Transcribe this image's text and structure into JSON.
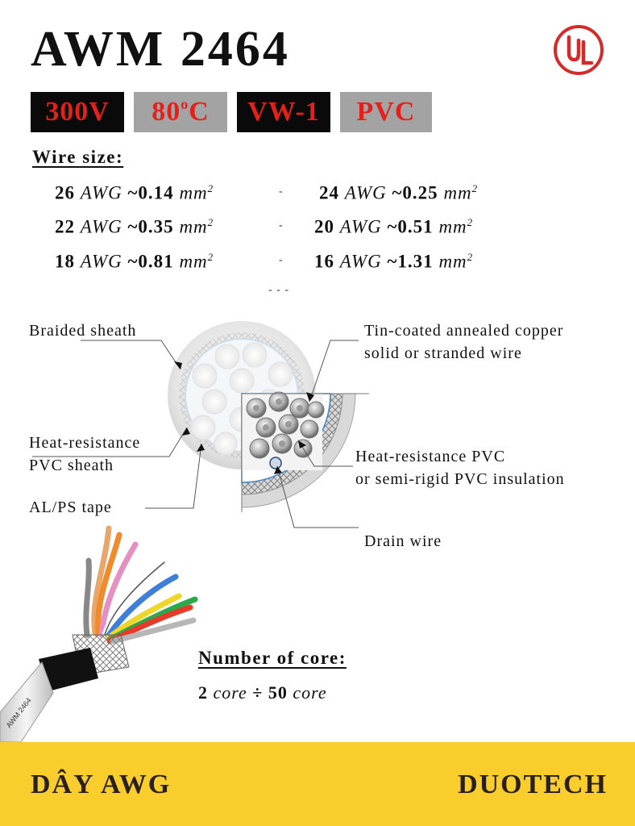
{
  "title": "AWM 2464",
  "logo": {
    "name": "ul-logo",
    "color": "#d42a2a",
    "text": "UL"
  },
  "badges": [
    {
      "label": "300V",
      "bg": "#0a0a0a"
    },
    {
      "label": "80",
      "suffix": "C",
      "sup": "o",
      "bg": "#a3a3a3"
    },
    {
      "label": "VW-1",
      "bg": "#0a0a0a"
    },
    {
      "label": "PVC",
      "bg": "#a3a3a3"
    }
  ],
  "badge_text_color": "#e3201b",
  "wire_size": {
    "heading": "Wire size:",
    "unit_awg": "AWG",
    "unit_mm": "mm",
    "sup": "2",
    "dash": "-",
    "rows": [
      {
        "left": {
          "awg": "26",
          "mm": "~0.14"
        },
        "right": {
          "awg": "24",
          "mm": "~0.25"
        }
      },
      {
        "left": {
          "awg": "22",
          "mm": "~0.35"
        },
        "right": {
          "awg": "20",
          "mm": "~0.51"
        }
      },
      {
        "left": {
          "awg": "18",
          "mm": "~0.81"
        },
        "right": {
          "awg": "16",
          "mm": "~1.31"
        }
      }
    ],
    "ellipsis": "- - -"
  },
  "diagram": {
    "labels": {
      "braided_sheath": "Braided sheath",
      "tin_coated_1": "Tin-coated annealed copper",
      "tin_coated_2": "solid or stranded wire",
      "heat_sheath_1": "Heat-resistance",
      "heat_sheath_2": "PVC sheath",
      "heat_pvc_1": "Heat-resistance PVC",
      "heat_pvc_2": "or semi-rigid PVC insulation",
      "al_ps_tape": "AL/PS tape",
      "drain_wire": "Drain wire"
    }
  },
  "cable_print": "AWM 2464",
  "core": {
    "heading": "Number of core:",
    "from": "2",
    "to": "50",
    "unit": "core",
    "separator": "÷"
  },
  "footer": {
    "left": "DÂY AWG",
    "right": "DUOTECH",
    "bg": "#f9cd2c"
  }
}
